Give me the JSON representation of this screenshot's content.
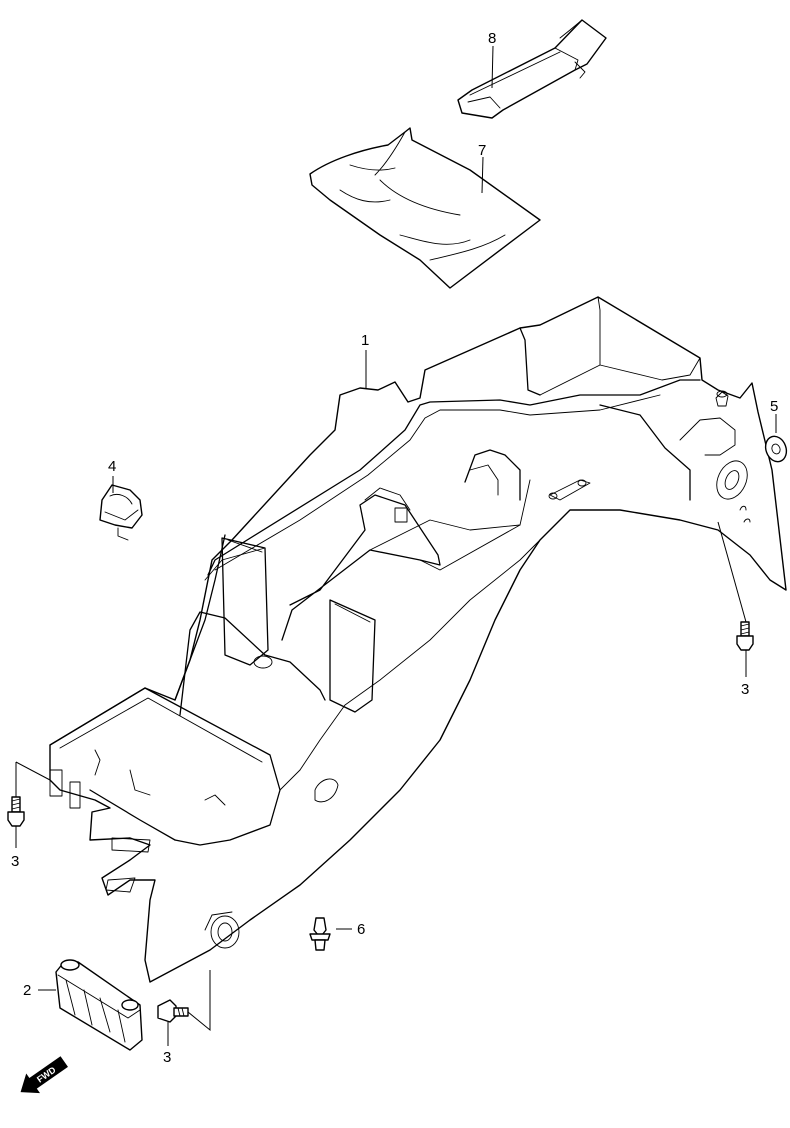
{
  "callouts": [
    {
      "id": "c1",
      "text": "1"
    },
    {
      "id": "c2",
      "text": "2"
    },
    {
      "id": "c3a",
      "text": "3"
    },
    {
      "id": "c3b",
      "text": "3"
    },
    {
      "id": "c3c",
      "text": "3"
    },
    {
      "id": "c4",
      "text": "4"
    },
    {
      "id": "c5",
      "text": "5"
    },
    {
      "id": "c6",
      "text": "6"
    },
    {
      "id": "c7",
      "text": "7"
    },
    {
      "id": "c8",
      "text": "8"
    }
  ],
  "fwd_label": "FWD"
}
